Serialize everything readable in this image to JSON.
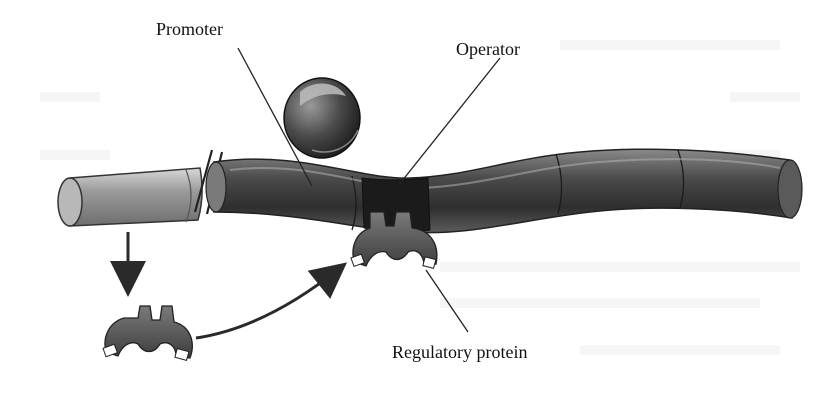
{
  "labels": {
    "promoter": "Promoter",
    "operator": "Operator",
    "regulatory_protein": "Regulatory protein"
  },
  "colors": {
    "background": "#ffffff",
    "dna_dark": "#3a3a3a",
    "dna_mid": "#6b6b6b",
    "dna_light": "#a8a8a8",
    "operator_region": "#1e1e1e",
    "protein_fill": "#5a5a5a",
    "protein_highlight": "#ffffff",
    "ink": "#111111",
    "bleed_through": "#e9e9e9"
  },
  "icons": {
    "free_inducer": "sphere-icon",
    "flow_arrow": "curved-arrow-icon",
    "down_arrow": "down-arrow-icon"
  }
}
